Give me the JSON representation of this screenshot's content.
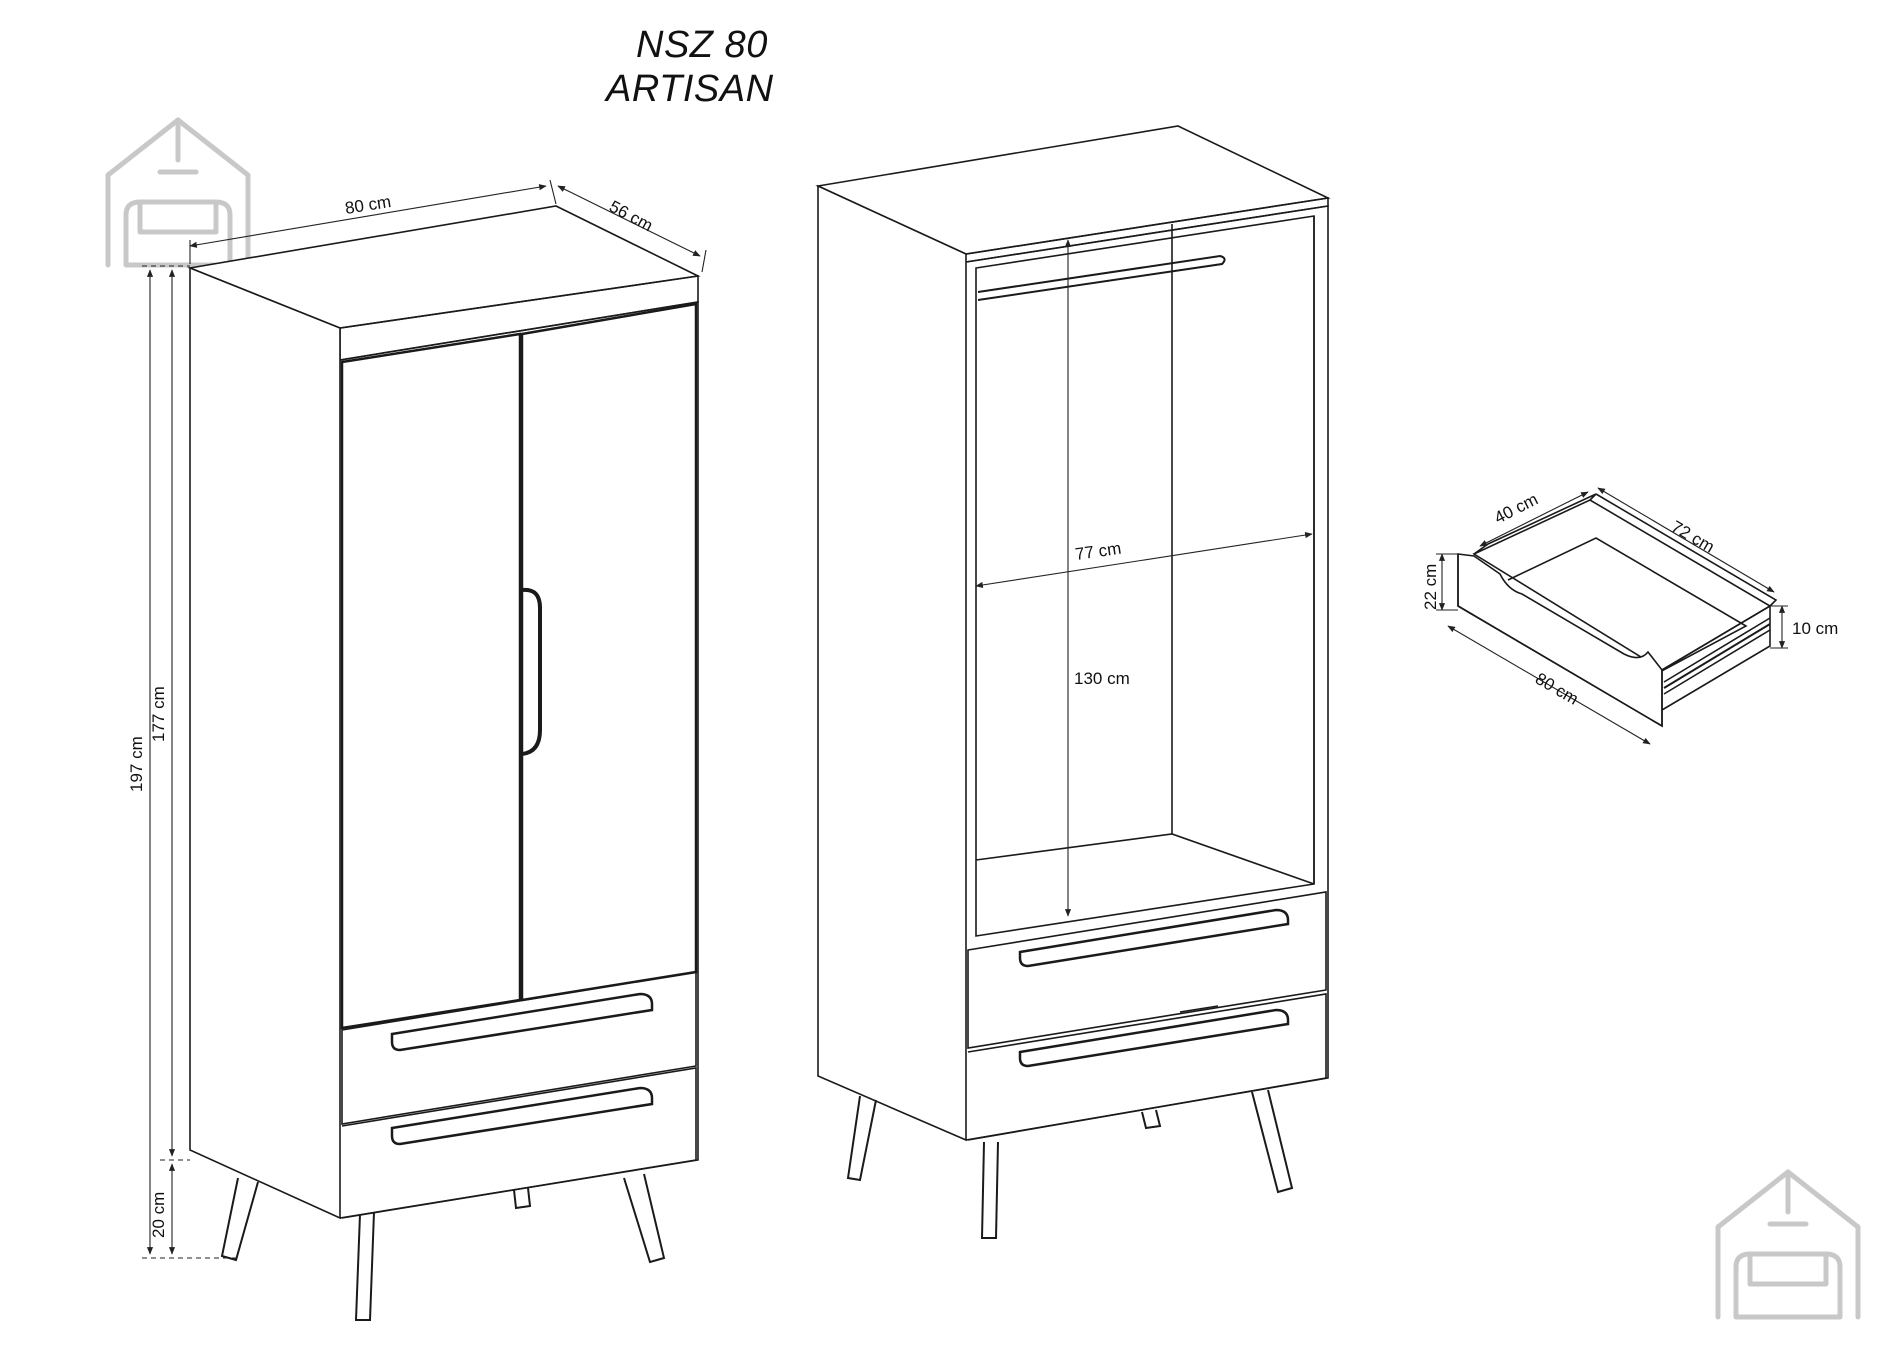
{
  "title": {
    "model": "NSZ 80",
    "collection": "ARTISAN"
  },
  "dimensions": {
    "width": "80 cm",
    "depth": "56 cm",
    "total_height": "197 cm",
    "body_height": "177 cm",
    "leg_height": "20 cm",
    "inner_width": "77 cm",
    "inner_height": "130 cm",
    "drawer_depth": "40 cm",
    "drawer_inner_width": "72 cm",
    "drawer_height": "22 cm",
    "drawer_side_height": "10 cm",
    "drawer_width": "80 cm"
  },
  "logo": {
    "icon": "house-sofa-icon",
    "color": "#c8c8c8"
  }
}
